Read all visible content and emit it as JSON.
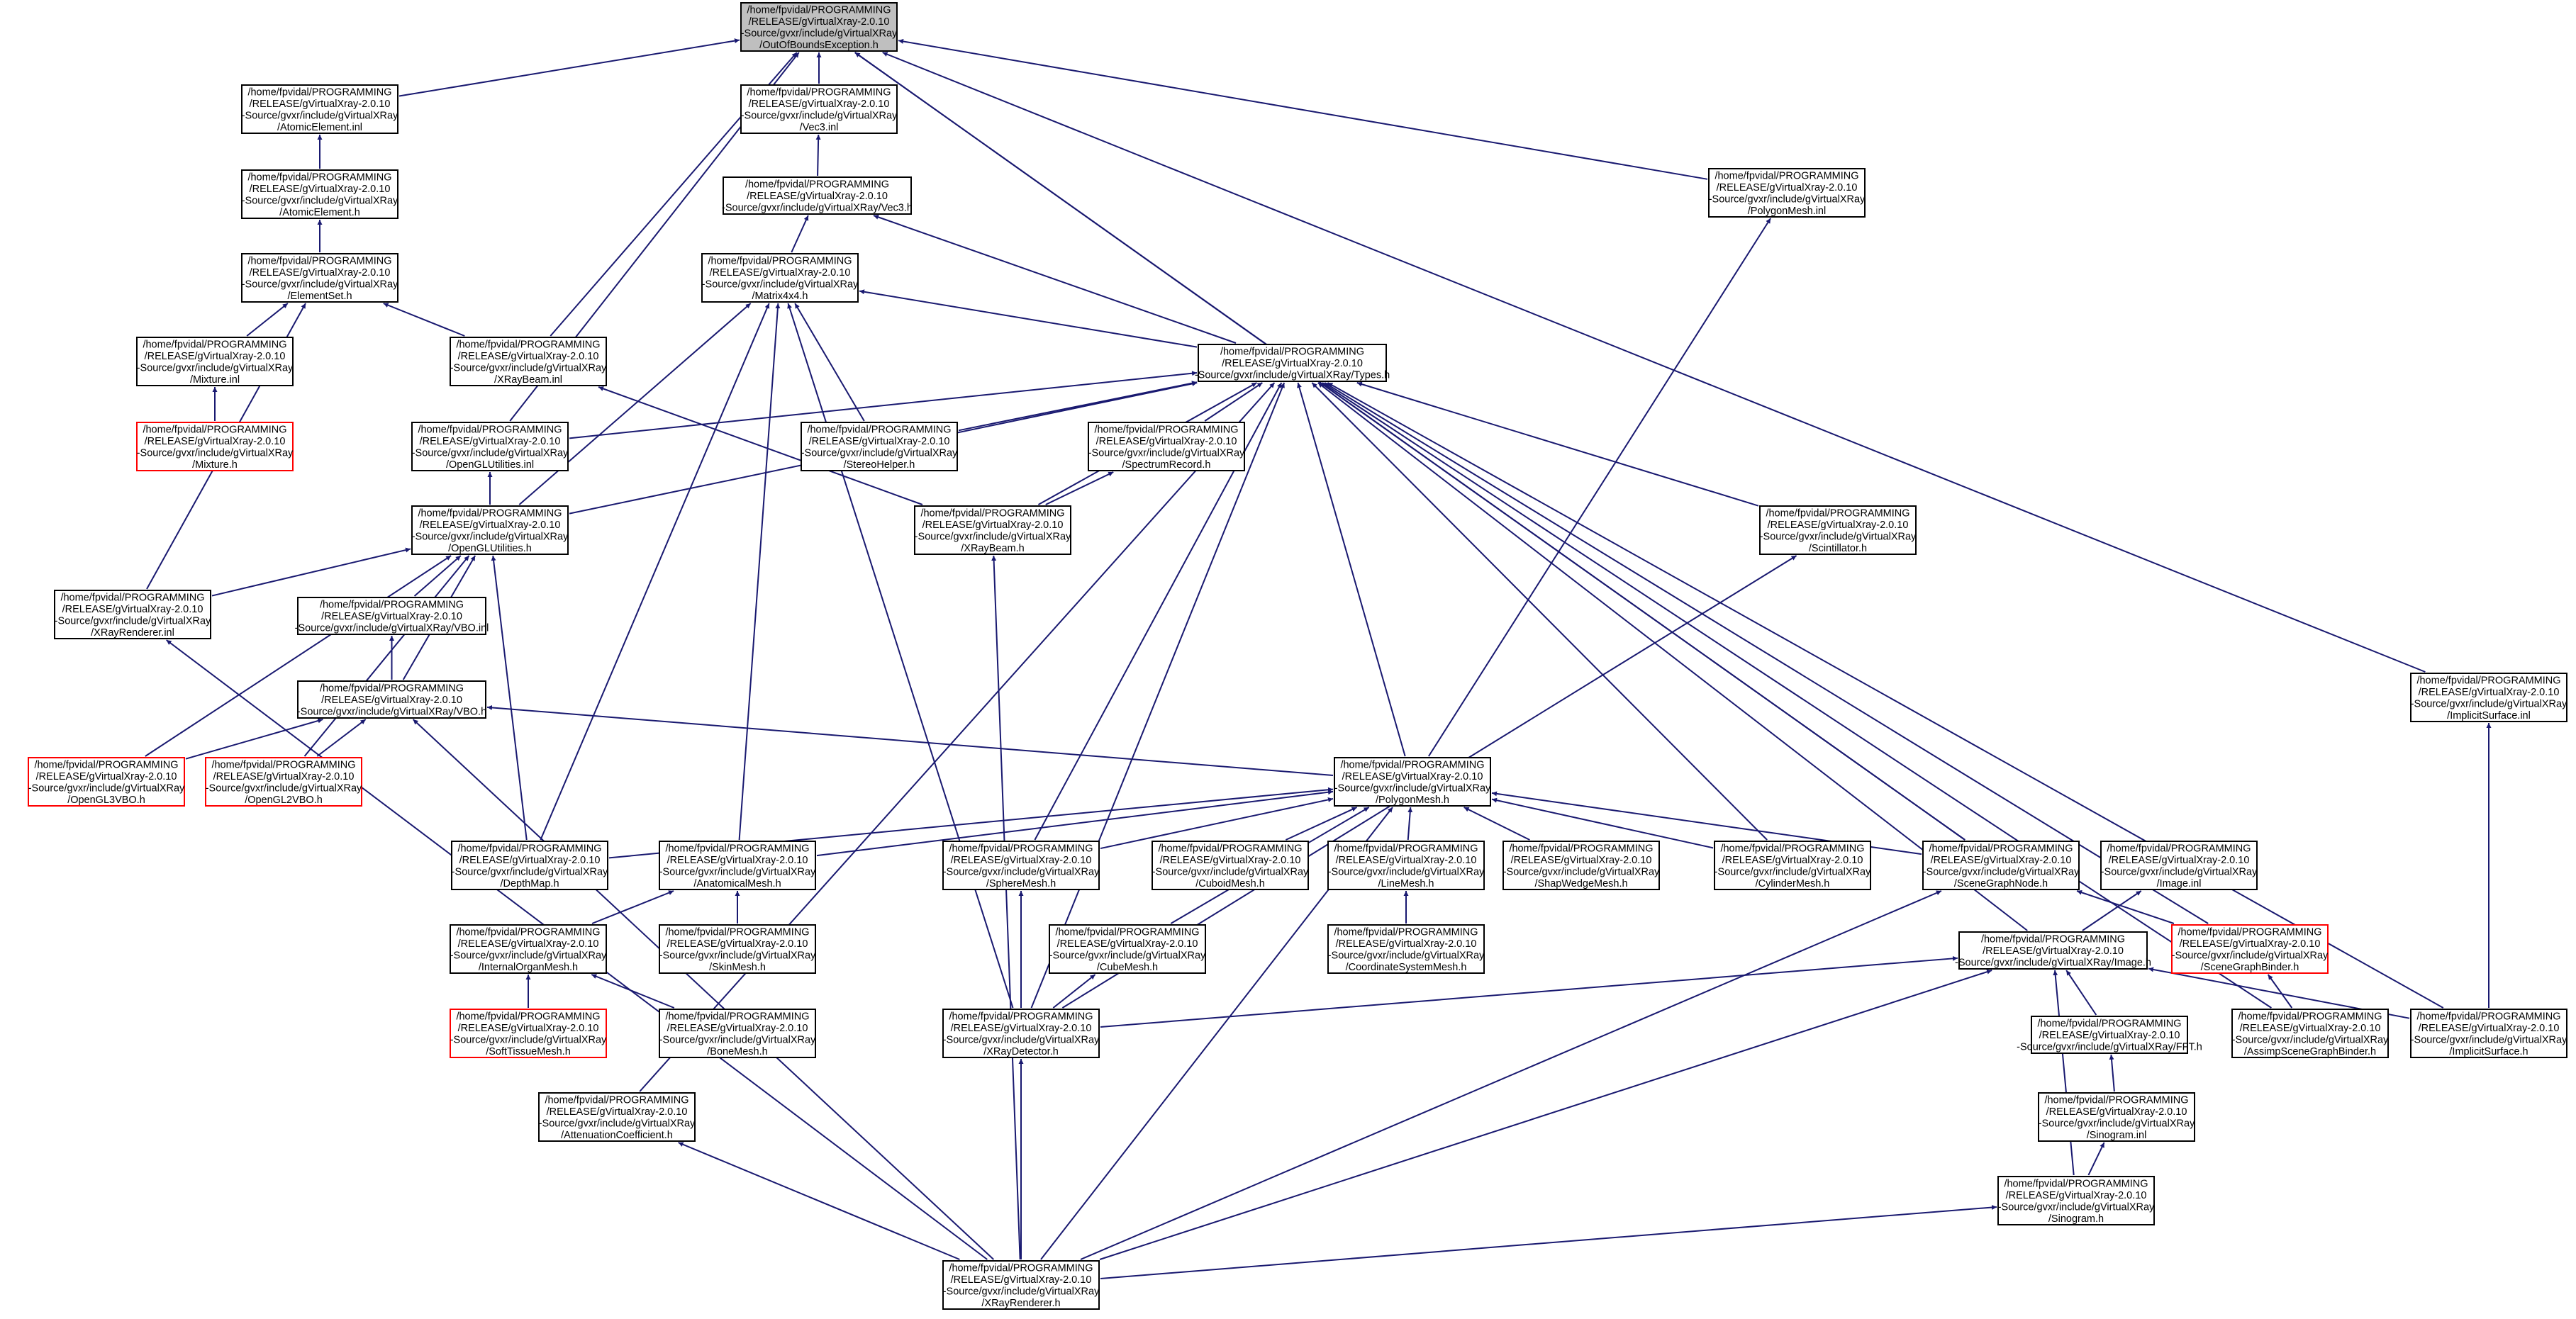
{
  "colors": {
    "edge": "#191970",
    "border": "#000000",
    "incomplete_border": "#ff0000",
    "root_fill": "#bfbfbf",
    "background": "#ffffff"
  },
  "nodes": {
    "oob": [
      "/home/fpvidal/PROGRAMMING",
      "/RELEASE/gVirtualXray-2.0.10",
      "-Source/gvxr/include/gVirtualXRay",
      "/OutOfBoundsException.h"
    ],
    "atomicinl": [
      "/home/fpvidal/PROGRAMMING",
      "/RELEASE/gVirtualXray-2.0.10",
      "-Source/gvxr/include/gVirtualXRay",
      "/AtomicElement.inl"
    ],
    "atomich": [
      "/home/fpvidal/PROGRAMMING",
      "/RELEASE/gVirtualXray-2.0.10",
      "-Source/gvxr/include/gVirtualXRay",
      "/AtomicElement.h"
    ],
    "elementset": [
      "/home/fpvidal/PROGRAMMING",
      "/RELEASE/gVirtualXray-2.0.10",
      "-Source/gvxr/include/gVirtualXRay",
      "/ElementSet.h"
    ],
    "mixtureinl": [
      "/home/fpvidal/PROGRAMMING",
      "/RELEASE/gVirtualXray-2.0.10",
      "-Source/gvxr/include/gVirtualXRay",
      "/Mixture.inl"
    ],
    "mixtureh": [
      "/home/fpvidal/PROGRAMMING",
      "/RELEASE/gVirtualXray-2.0.10",
      "-Source/gvxr/include/gVirtualXRay",
      "/Mixture.h"
    ],
    "vec3inl": [
      "/home/fpvidal/PROGRAMMING",
      "/RELEASE/gVirtualXray-2.0.10",
      "-Source/gvxr/include/gVirtualXRay",
      "/Vec3.inl"
    ],
    "vec3h": [
      "/home/fpvidal/PROGRAMMING",
      "/RELEASE/gVirtualXray-2.0.10",
      "-Source/gvxr/include/gVirtualXRay/Vec3.h"
    ],
    "matrix": [
      "/home/fpvidal/PROGRAMMING",
      "/RELEASE/gVirtualXray-2.0.10",
      "-Source/gvxr/include/gVirtualXRay",
      "/Matrix4x4.h"
    ],
    "xraybeaminl": [
      "/home/fpvidal/PROGRAMMING",
      "/RELEASE/gVirtualXray-2.0.10",
      "-Source/gvxr/include/gVirtualXRay",
      "/XRayBeam.inl"
    ],
    "polymeshinl": [
      "/home/fpvidal/PROGRAMMING",
      "/RELEASE/gVirtualXray-2.0.10",
      "-Source/gvxr/include/gVirtualXRay",
      "/PolygonMesh.inl"
    ],
    "types": [
      "/home/fpvidal/PROGRAMMING",
      "/RELEASE/gVirtualXray-2.0.10",
      "-Source/gvxr/include/gVirtualXRay/Types.h"
    ],
    "oglutilinl": [
      "/home/fpvidal/PROGRAMMING",
      "/RELEASE/gVirtualXray-2.0.10",
      "-Source/gvxr/include/gVirtualXRay",
      "/OpenGLUtilities.inl"
    ],
    "stereo": [
      "/home/fpvidal/PROGRAMMING",
      "/RELEASE/gVirtualXray-2.0.10",
      "-Source/gvxr/include/gVirtualXRay",
      "/StereoHelper.h"
    ],
    "spectrum": [
      "/home/fpvidal/PROGRAMMING",
      "/RELEASE/gVirtualXray-2.0.10",
      "-Source/gvxr/include/gVirtualXRay",
      "/SpectrumRecord.h"
    ],
    "oglutilh": [
      "/home/fpvidal/PROGRAMMING",
      "/RELEASE/gVirtualXray-2.0.10",
      "-Source/gvxr/include/gVirtualXRay",
      "/OpenGLUtilities.h"
    ],
    "xraybeamh": [
      "/home/fpvidal/PROGRAMMING",
      "/RELEASE/gVirtualXray-2.0.10",
      "-Source/gvxr/include/gVirtualXRay",
      "/XRayBeam.h"
    ],
    "scintillator": [
      "/home/fpvidal/PROGRAMMING",
      "/RELEASE/gVirtualXray-2.0.10",
      "-Source/gvxr/include/gVirtualXRay",
      "/Scintillator.h"
    ],
    "xrayrendinl": [
      "/home/fpvidal/PROGRAMMING",
      "/RELEASE/gVirtualXray-2.0.10",
      "-Source/gvxr/include/gVirtualXRay",
      "/XRayRenderer.inl"
    ],
    "vboinl": [
      "/home/fpvidal/PROGRAMMING",
      "/RELEASE/gVirtualXray-2.0.10",
      "-Source/gvxr/include/gVirtualXRay/VBO.inl"
    ],
    "vboh": [
      "/home/fpvidal/PROGRAMMING",
      "/RELEASE/gVirtualXray-2.0.10",
      "-Source/gvxr/include/gVirtualXRay/VBO.h"
    ],
    "implicitinl": [
      "/home/fpvidal/PROGRAMMING",
      "/RELEASE/gVirtualXray-2.0.10",
      "-Source/gvxr/include/gVirtualXRay",
      "/ImplicitSurface.inl"
    ],
    "ogl3vbo": [
      "/home/fpvidal/PROGRAMMING",
      "/RELEASE/gVirtualXray-2.0.10",
      "-Source/gvxr/include/gVirtualXRay",
      "/OpenGL3VBO.h"
    ],
    "ogl2vbo": [
      "/home/fpvidal/PROGRAMMING",
      "/RELEASE/gVirtualXray-2.0.10",
      "-Source/gvxr/include/gVirtualXRay",
      "/OpenGL2VBO.h"
    ],
    "polymeshh": [
      "/home/fpvidal/PROGRAMMING",
      "/RELEASE/gVirtualXray-2.0.10",
      "-Source/gvxr/include/gVirtualXRay",
      "/PolygonMesh.h"
    ],
    "depthmap": [
      "/home/fpvidal/PROGRAMMING",
      "/RELEASE/gVirtualXray-2.0.10",
      "-Source/gvxr/include/gVirtualXRay",
      "/DepthMap.h"
    ],
    "anatomical": [
      "/home/fpvidal/PROGRAMMING",
      "/RELEASE/gVirtualXray-2.0.10",
      "-Source/gvxr/include/gVirtualXRay",
      "/AnatomicalMesh.h"
    ],
    "sphere": [
      "/home/fpvidal/PROGRAMMING",
      "/RELEASE/gVirtualXray-2.0.10",
      "-Source/gvxr/include/gVirtualXRay",
      "/SphereMesh.h"
    ],
    "cuboid": [
      "/home/fpvidal/PROGRAMMING",
      "/RELEASE/gVirtualXray-2.0.10",
      "-Source/gvxr/include/gVirtualXRay",
      "/CuboidMesh.h"
    ],
    "linemesh": [
      "/home/fpvidal/PROGRAMMING",
      "/RELEASE/gVirtualXray-2.0.10",
      "-Source/gvxr/include/gVirtualXRay",
      "/LineMesh.h"
    ],
    "shapewedge": [
      "/home/fpvidal/PROGRAMMING",
      "/RELEASE/gVirtualXray-2.0.10",
      "-Source/gvxr/include/gVirtualXRay",
      "/ShapWedgeMesh.h"
    ],
    "cylinder": [
      "/home/fpvidal/PROGRAMMING",
      "/RELEASE/gVirtualXray-2.0.10",
      "-Source/gvxr/include/gVirtualXRay",
      "/CylinderMesh.h"
    ],
    "scenenode": [
      "/home/fpvidal/PROGRAMMING",
      "/RELEASE/gVirtualXray-2.0.10",
      "-Source/gvxr/include/gVirtualXRay",
      "/SceneGraphNode.h"
    ],
    "imageinl": [
      "/home/fpvidal/PROGRAMMING",
      "/RELEASE/gVirtualXray-2.0.10",
      "-Source/gvxr/include/gVirtualXRay",
      "/Image.inl"
    ],
    "internal": [
      "/home/fpvidal/PROGRAMMING",
      "/RELEASE/gVirtualXray-2.0.10",
      "-Source/gvxr/include/gVirtualXRay",
      "/InternalOrganMesh.h"
    ],
    "skin": [
      "/home/fpvidal/PROGRAMMING",
      "/RELEASE/gVirtualXray-2.0.10",
      "-Source/gvxr/include/gVirtualXRay",
      "/SkinMesh.h"
    ],
    "cube": [
      "/home/fpvidal/PROGRAMMING",
      "/RELEASE/gVirtualXray-2.0.10",
      "-Source/gvxr/include/gVirtualXRay",
      "/CubeMesh.h"
    ],
    "coordsys": [
      "/home/fpvidal/PROGRAMMING",
      "/RELEASE/gVirtualXray-2.0.10",
      "-Source/gvxr/include/gVirtualXRay",
      "/CoordinateSystemMesh.h"
    ],
    "imageh": [
      "/home/fpvidal/PROGRAMMING",
      "/RELEASE/gVirtualXray-2.0.10",
      "-Source/gvxr/include/gVirtualXRay/Image.h"
    ],
    "scenebinder": [
      "/home/fpvidal/PROGRAMMING",
      "/RELEASE/gVirtualXray-2.0.10",
      "-Source/gvxr/include/gVirtualXRay",
      "/SceneGraphBinder.h"
    ],
    "soft": [
      "/home/fpvidal/PROGRAMMING",
      "/RELEASE/gVirtualXray-2.0.10",
      "-Source/gvxr/include/gVirtualXRay",
      "/SoftTissueMesh.h"
    ],
    "bone": [
      "/home/fpvidal/PROGRAMMING",
      "/RELEASE/gVirtualXray-2.0.10",
      "-Source/gvxr/include/gVirtualXRay",
      "/BoneMesh.h"
    ],
    "detector": [
      "/home/fpvidal/PROGRAMMING",
      "/RELEASE/gVirtualXray-2.0.10",
      "-Source/gvxr/include/gVirtualXRay",
      "/XRayDetector.h"
    ],
    "fft": [
      "/home/fpvidal/PROGRAMMING",
      "/RELEASE/gVirtualXray-2.0.10",
      "-Source/gvxr/include/gVirtualXRay/FFT.h"
    ],
    "assimp": [
      "/home/fpvidal/PROGRAMMING",
      "/RELEASE/gVirtualXray-2.0.10",
      "-Source/gvxr/include/gVirtualXRay",
      "/AssimpSceneGraphBinder.h"
    ],
    "implicith": [
      "/home/fpvidal/PROGRAMMING",
      "/RELEASE/gVirtualXray-2.0.10",
      "-Source/gvxr/include/gVirtualXRay",
      "/ImplicitSurface.h"
    ],
    "sinograminl": [
      "/home/fpvidal/PROGRAMMING",
      "/RELEASE/gVirtualXray-2.0.10",
      "-Source/gvxr/include/gVirtualXRay",
      "/Sinogram.inl"
    ],
    "attenuation": [
      "/home/fpvidal/PROGRAMMING",
      "/RELEASE/gVirtualXray-2.0.10",
      "-Source/gvxr/include/gVirtualXRay",
      "/AttenuationCoefficient.h"
    ],
    "sinogramh": [
      "/home/fpvidal/PROGRAMMING",
      "/RELEASE/gVirtualXray-2.0.10",
      "-Source/gvxr/include/gVirtualXRay",
      "/Sinogram.h"
    ],
    "xrayrendh": [
      "/home/fpvidal/PROGRAMMING",
      "/RELEASE/gVirtualXray-2.0.10",
      "-Source/gvxr/include/gVirtualXRay",
      "/XRayRenderer.h"
    ]
  },
  "edges": [
    [
      "atomicinl",
      "oob"
    ],
    [
      "vec3inl",
      "oob"
    ],
    [
      "polymeshinl",
      "oob"
    ],
    [
      "xraybeaminl",
      "oob"
    ],
    [
      "oglutilinl",
      "oob"
    ],
    [
      "scenenode",
      "oob"
    ],
    [
      "implicitinl",
      "oob"
    ],
    [
      "types",
      "oob"
    ],
    [
      "atomich",
      "atomicinl"
    ],
    [
      "elementset",
      "atomich"
    ],
    [
      "mixtureinl",
      "elementset"
    ],
    [
      "xraybeaminl",
      "elementset"
    ],
    [
      "xrayrendinl",
      "elementset"
    ],
    [
      "mixtureh",
      "mixtureinl"
    ],
    [
      "vec3h",
      "vec3inl"
    ],
    [
      "matrix",
      "vec3h"
    ],
    [
      "types",
      "vec3h"
    ],
    [
      "types",
      "matrix"
    ],
    [
      "oglutilh",
      "matrix"
    ],
    [
      "stereo",
      "matrix"
    ],
    [
      "depthmap",
      "matrix"
    ],
    [
      "anatomical",
      "matrix"
    ],
    [
      "detector",
      "matrix"
    ],
    [
      "xraybeamh",
      "xraybeaminl"
    ],
    [
      "polymeshh",
      "polymeshinl"
    ],
    [
      "oglutilinl",
      "types"
    ],
    [
      "oglutilh",
      "types"
    ],
    [
      "stereo",
      "types"
    ],
    [
      "spectrum",
      "types"
    ],
    [
      "xraybeamh",
      "types"
    ],
    [
      "scintillator",
      "types"
    ],
    [
      "polymeshh",
      "types"
    ],
    [
      "sphere",
      "types"
    ],
    [
      "detector",
      "types"
    ],
    [
      "attenuation",
      "types"
    ],
    [
      "cylinder",
      "types"
    ],
    [
      "scenenode",
      "types"
    ],
    [
      "imageh",
      "types"
    ],
    [
      "scenebinder",
      "types"
    ],
    [
      "assimp",
      "types"
    ],
    [
      "implicith",
      "types"
    ],
    [
      "oglutilh",
      "oglutilinl"
    ],
    [
      "xraybeamh",
      "spectrum"
    ],
    [
      "xrayrendinl",
      "oglutilh"
    ],
    [
      "vboinl",
      "oglutilh"
    ],
    [
      "vboh",
      "oglutilh"
    ],
    [
      "ogl3vbo",
      "oglutilh"
    ],
    [
      "ogl2vbo",
      "oglutilh"
    ],
    [
      "depthmap",
      "oglutilh"
    ],
    [
      "xrayrendh",
      "xraybeamh"
    ],
    [
      "detector",
      "scintillator"
    ],
    [
      "xrayrendh",
      "xrayrendinl"
    ],
    [
      "vboh",
      "vboinl"
    ],
    [
      "ogl3vbo",
      "vboh"
    ],
    [
      "ogl2vbo",
      "vboh"
    ],
    [
      "polymeshh",
      "vboh"
    ],
    [
      "xrayrendh",
      "vboh"
    ],
    [
      "implicith",
      "implicitinl"
    ],
    [
      "depthmap",
      "polymeshh"
    ],
    [
      "anatomical",
      "polymeshh"
    ],
    [
      "sphere",
      "polymeshh"
    ],
    [
      "cuboid",
      "polymeshh"
    ],
    [
      "linemesh",
      "polymeshh"
    ],
    [
      "shapewedge",
      "polymeshh"
    ],
    [
      "cylinder",
      "polymeshh"
    ],
    [
      "scenenode",
      "polymeshh"
    ],
    [
      "cube",
      "polymeshh"
    ],
    [
      "xrayrendh",
      "polymeshh"
    ],
    [
      "detector",
      "sphere"
    ],
    [
      "coordsys",
      "linemesh"
    ],
    [
      "scenebinder",
      "scenenode"
    ],
    [
      "xrayrendh",
      "scenenode"
    ],
    [
      "imageh",
      "imageinl"
    ],
    [
      "internal",
      "anatomical"
    ],
    [
      "skin",
      "anatomical"
    ],
    [
      "detector",
      "cube"
    ],
    [
      "detector",
      "imageh"
    ],
    [
      "fft",
      "imageh"
    ],
    [
      "implicith",
      "imageh"
    ],
    [
      "sinogramh",
      "imageh"
    ],
    [
      "xrayrendh",
      "imageh"
    ],
    [
      "assimp",
      "scenebinder"
    ],
    [
      "soft",
      "internal"
    ],
    [
      "bone",
      "internal"
    ],
    [
      "xrayrendh",
      "detector"
    ],
    [
      "sinograminl",
      "fft"
    ],
    [
      "sinogramh",
      "sinograminl"
    ],
    [
      "xrayrendh",
      "attenuation"
    ],
    [
      "xrayrendh",
      "sinogramh"
    ]
  ]
}
